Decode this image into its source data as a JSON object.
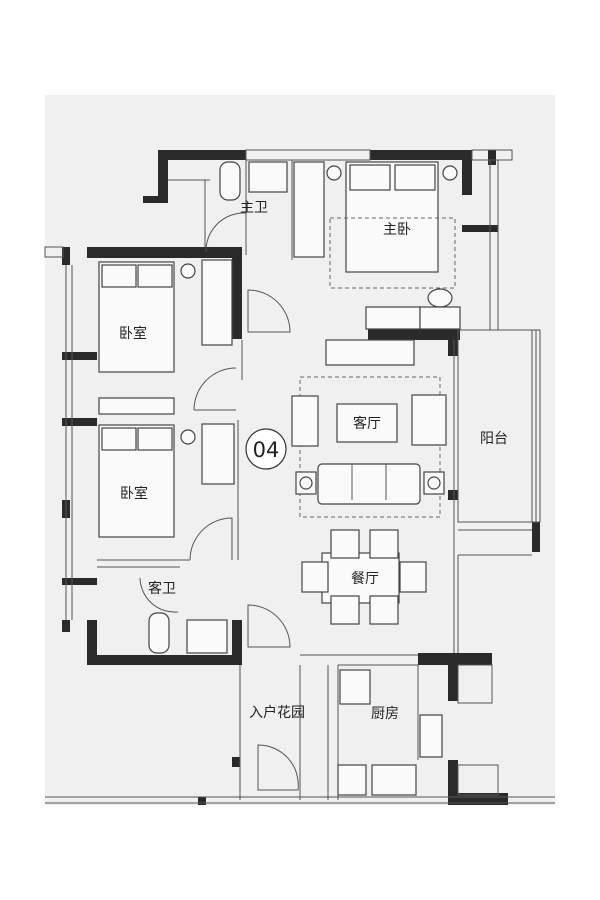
{
  "plan": {
    "unit_number": "04",
    "rooms": {
      "master_bath": "主卫",
      "master_bedroom": "主卧",
      "bedroom_1": "卧室",
      "bedroom_2": "卧室",
      "living_room": "客厅",
      "balcony": "阳台",
      "guest_bath": "客卫",
      "dining_room": "餐厅",
      "entry_garden": "入户花园",
      "kitchen": "厨房"
    }
  },
  "colors": {
    "wall": "#2a2a2a",
    "background": "#f0f0f0",
    "line": "#555555"
  }
}
